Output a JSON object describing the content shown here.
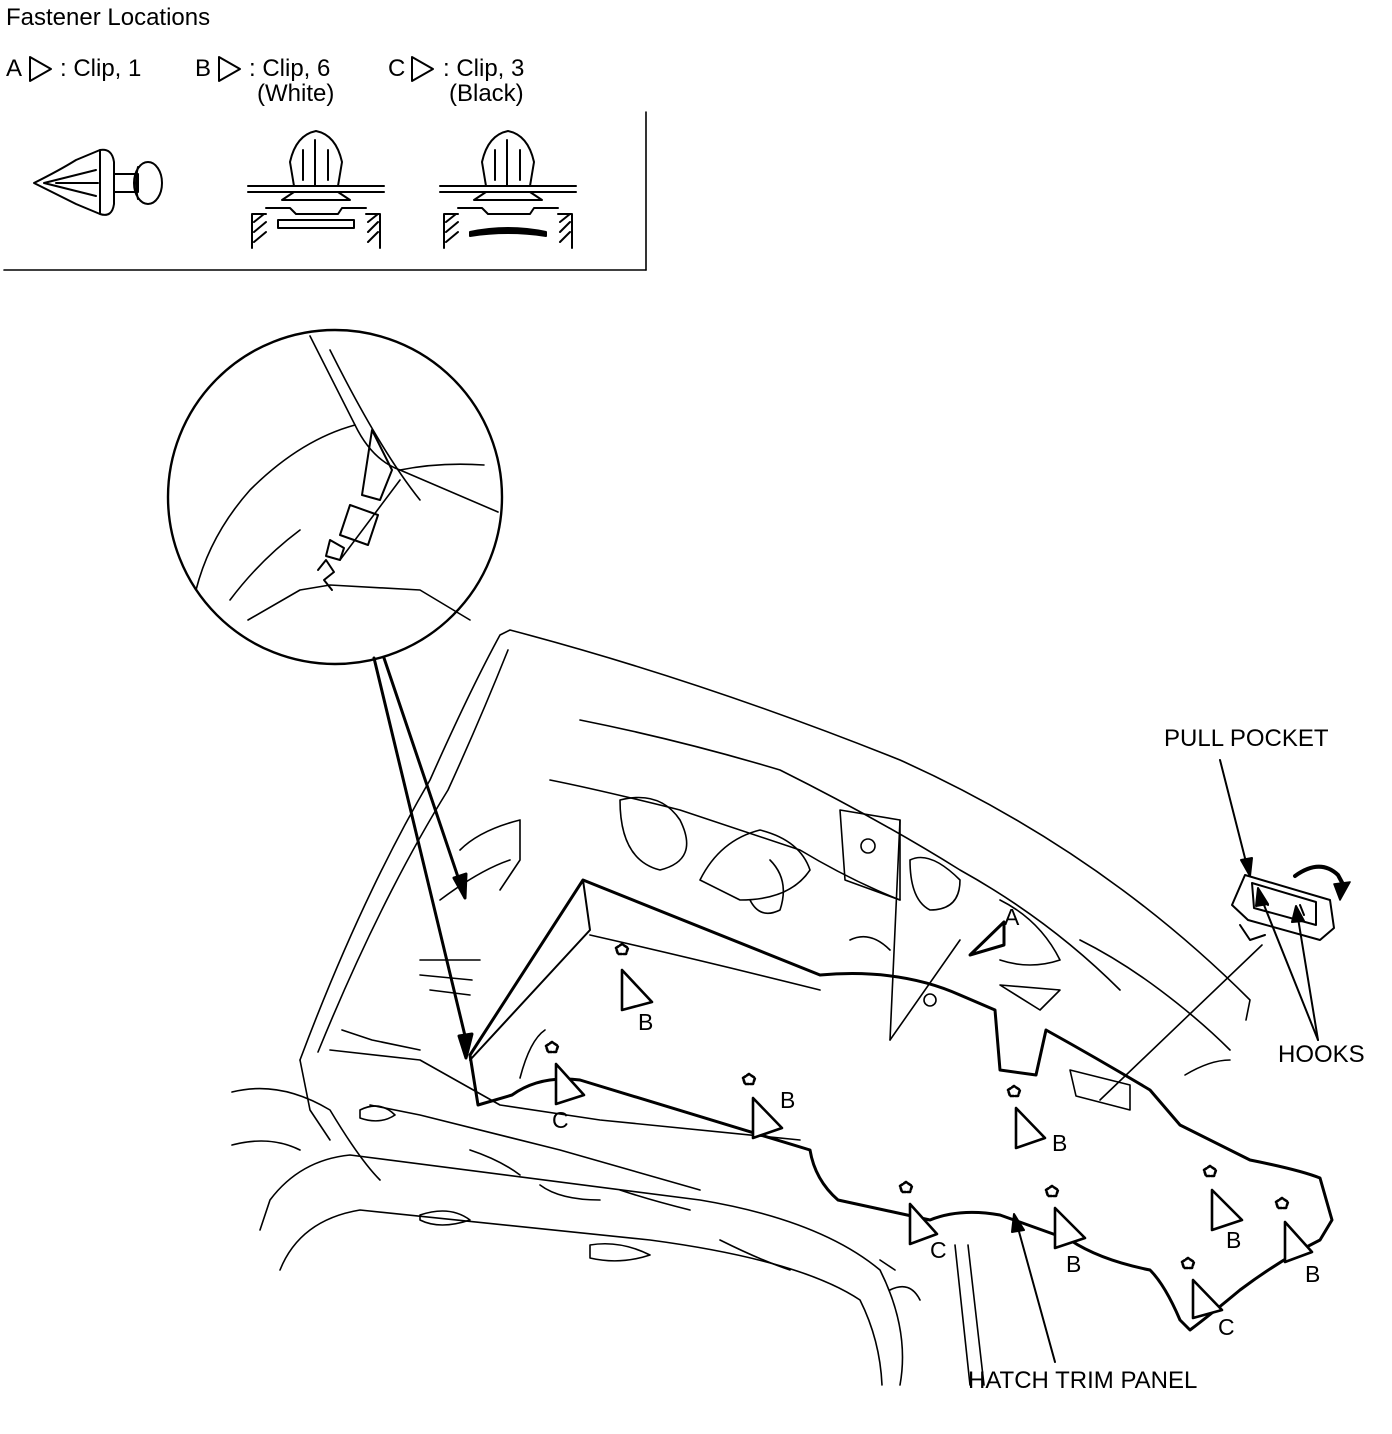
{
  "header": {
    "title": "Fastener Locations"
  },
  "legend": {
    "items": [
      {
        "letter": "A",
        "label": ": Clip, 1",
        "note": ""
      },
      {
        "letter": "B",
        "label": ": Clip, 6",
        "note": "(White)"
      },
      {
        "letter": "C",
        "label": ": Clip, 3",
        "note": "(Black)"
      }
    ]
  },
  "callouts": {
    "pull_pocket": "PULL POCKET",
    "hooks": "HOOKS",
    "hatch_trim_panel": "HATCH TRIM PANEL"
  },
  "clip_markers": {
    "a1": "A",
    "b1": "B",
    "b2": "B",
    "b3": "B",
    "b4": "B",
    "b5": "B",
    "b6": "B",
    "c1": "C",
    "c2": "C",
    "c3": "C"
  }
}
